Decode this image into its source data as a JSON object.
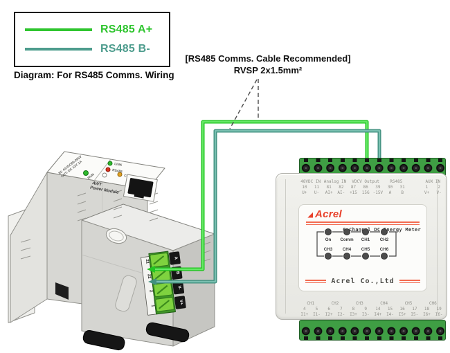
{
  "legend": {
    "items": [
      {
        "label": "RS485 A+",
        "color": "#2fc52f"
      },
      {
        "label": "RS485 B-",
        "color": "#4d9c8d"
      }
    ],
    "caption": "Diagram: For RS485 Comms. Wiring"
  },
  "cable_note": {
    "line1": "[RS485 Comms. Cable Recommended]",
    "line2": "RVSP 2x1.5mm²"
  },
  "gateway": {
    "top_label_line1": "IN: AC/DC85-265V",
    "top_label_line2": "OUT: DC 12V 1A",
    "run_led_label": "RUN",
    "name_line1": "AWT",
    "name_line2": "Power Module",
    "led_labels": [
      "LINK",
      "RS485",
      "COMM"
    ],
    "terminal_numbers": [
      "21",
      "22",
      "2",
      "1"
    ],
    "terminal_names": [
      "A",
      "B",
      "V-",
      "V+"
    ]
  },
  "meter": {
    "brand": "Acrel",
    "title": "6 Channel DC Energy Meter",
    "company": "Acrel Co.,Ltd",
    "top_terminals": {
      "groups": [
        "48VDC IN",
        "Analog IN",
        "VDCV Output",
        "RS485",
        "",
        "AUX IN"
      ],
      "numbers": [
        "10",
        "11",
        "81",
        "82",
        "87",
        "86",
        "39",
        "30",
        "31",
        "",
        "1",
        "2"
      ],
      "names": [
        "U+",
        "U-",
        "AI+",
        "AI-",
        "+15",
        "15G",
        "-15V",
        "A",
        "B",
        "",
        "V+",
        "V-"
      ]
    },
    "indicators_row1": [
      "On",
      "Comm",
      "CH1",
      "CH2"
    ],
    "indicators_row2": [
      "CH3",
      "CH4",
      "CH5",
      "CH6"
    ],
    "bottom_terminals": {
      "channels": [
        "CH1",
        "CH2",
        "CH3",
        "CH4",
        "CH5",
        "CH6"
      ],
      "numbers": [
        "4",
        "5",
        "6",
        "7",
        "8",
        "9",
        "14",
        "15",
        "16",
        "17",
        "18",
        "19"
      ],
      "names": [
        "I1+",
        "I1-",
        "I2+",
        "I2-",
        "I3+",
        "I3-",
        "I4+",
        "I4-",
        "I5+",
        "I5-",
        "I6+",
        "I6-"
      ]
    }
  },
  "wires": {
    "a_color": "#22c522",
    "b_color": "#41907f"
  }
}
